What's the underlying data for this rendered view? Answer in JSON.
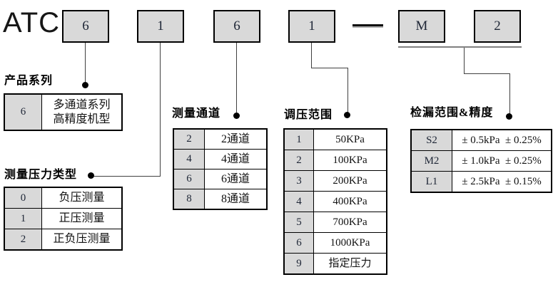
{
  "model_code": {
    "prefix": "ATC",
    "separator": "—",
    "boxes": [
      "6",
      "1",
      "6",
      "1",
      "M",
      "2"
    ]
  },
  "sections": [
    {
      "title": "产品系列",
      "rows": [
        {
          "key": "6",
          "value": "多通道系列\n高精度机型"
        }
      ]
    },
    {
      "title": "测量压力类型",
      "rows": [
        {
          "key": "0",
          "value": "负压测量"
        },
        {
          "key": "1",
          "value": "正压测量"
        },
        {
          "key": "2",
          "value": "正负压测量"
        }
      ]
    },
    {
      "title": "测量通道",
      "rows": [
        {
          "key": "2",
          "value": "2通道"
        },
        {
          "key": "4",
          "value": "4通道"
        },
        {
          "key": "6",
          "value": "6通道"
        },
        {
          "key": "8",
          "value": "8通道"
        }
      ]
    },
    {
      "title": "调压范围",
      "rows": [
        {
          "key": "1",
          "value": "50KPa"
        },
        {
          "key": "2",
          "value": "100KPa"
        },
        {
          "key": "3",
          "value": "200KPa"
        },
        {
          "key": "4",
          "value": "400KPa"
        },
        {
          "key": "5",
          "value": "700KPa"
        },
        {
          "key": "6",
          "value": "1000KPa"
        },
        {
          "key": "9",
          "value": "指定压力"
        }
      ]
    },
    {
      "title": "检漏范围&精度",
      "rows": [
        {
          "key": "S2",
          "value": "± 0.5kPa  ± 0.25%"
        },
        {
          "key": "M2",
          "value": "± 1.0kPa  ± 0.25%"
        },
        {
          "key": "L1",
          "value": "± 2.5kPa  ± 0.15%"
        }
      ]
    }
  ],
  "colors": {
    "box_fill": "#d9d9d9",
    "key_cell_fill": "#d9d9d9",
    "border": "#000000",
    "connector": "#404040",
    "group_underline": "#808080"
  }
}
